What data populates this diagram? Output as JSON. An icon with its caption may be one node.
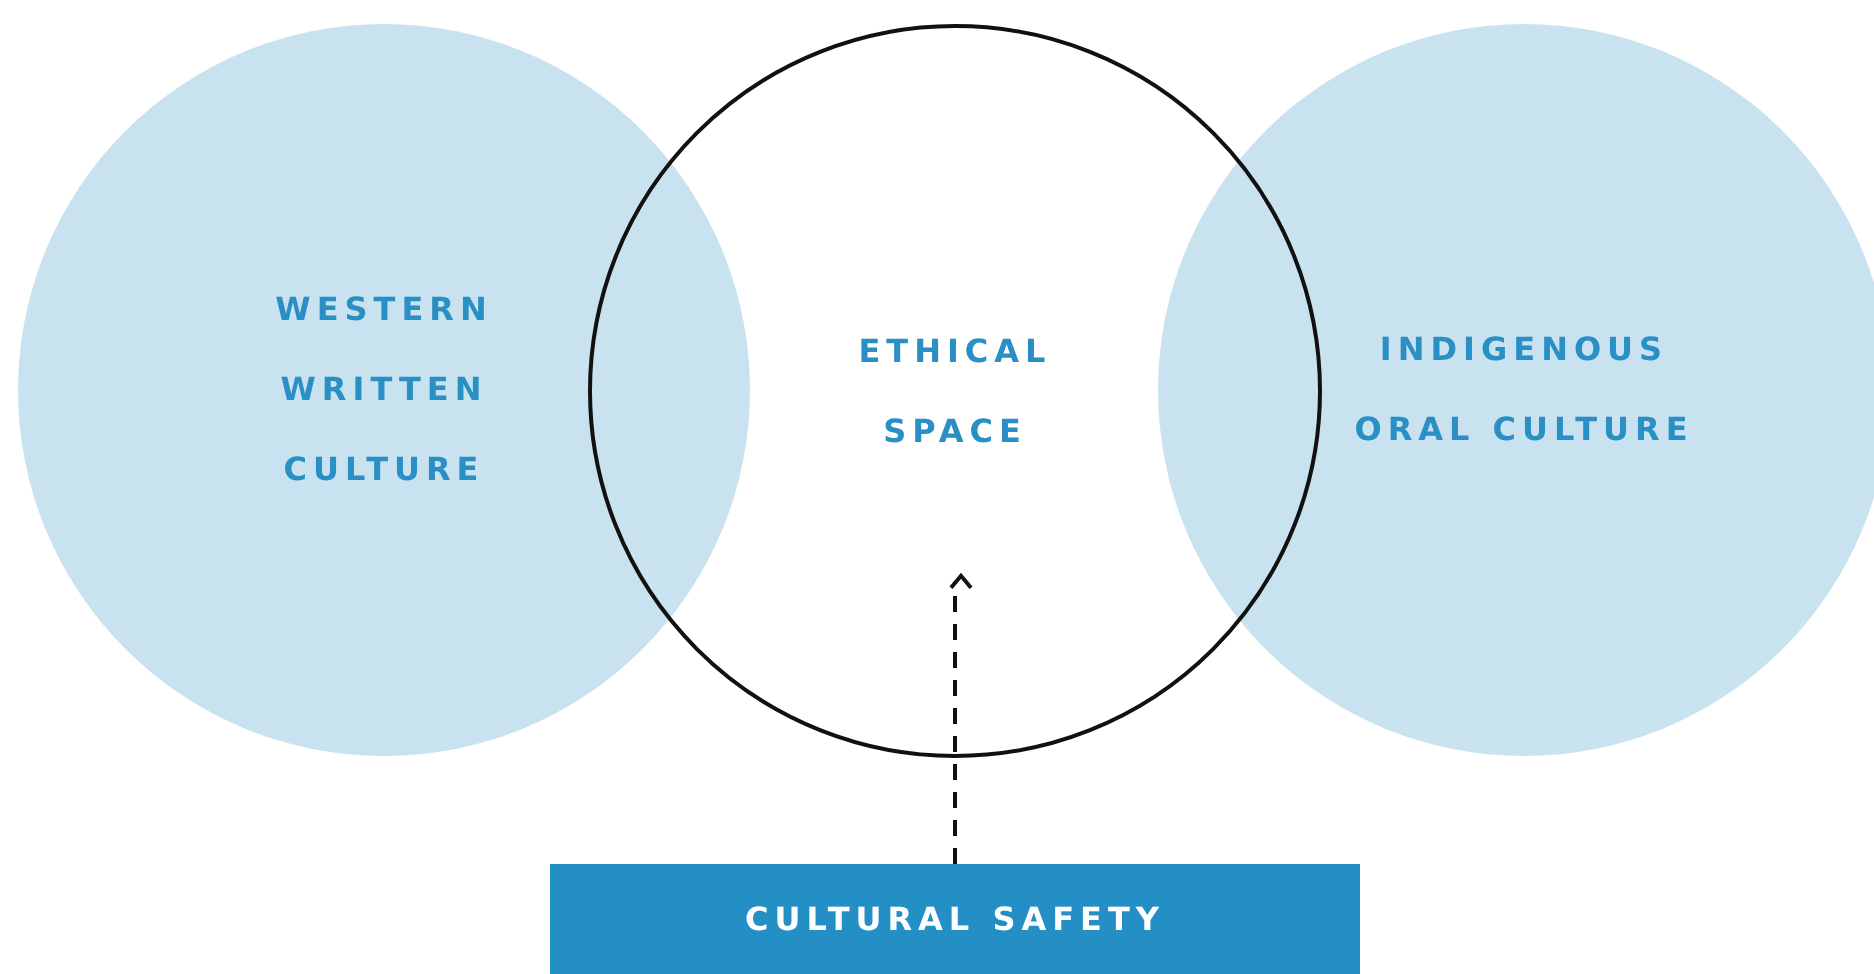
{
  "diagram": {
    "nodes": [
      {
        "text": [
          "WESTERN WRITTEN CULTURE"
        ]
      },
      {
        "text": [
          "INDIGENOUS ORAL CULTURE"
        ]
      },
      {
        "text": [
          "ETHICAL SPACE"
        ]
      },
      {
        "text": [
          "CULTURAL SAFETY"
        ]
      }
    ],
    "edges": [
      {
        "from": 3,
        "to": 2,
        "arrow": "to",
        "style": "dashed"
      }
    ]
  }
}
